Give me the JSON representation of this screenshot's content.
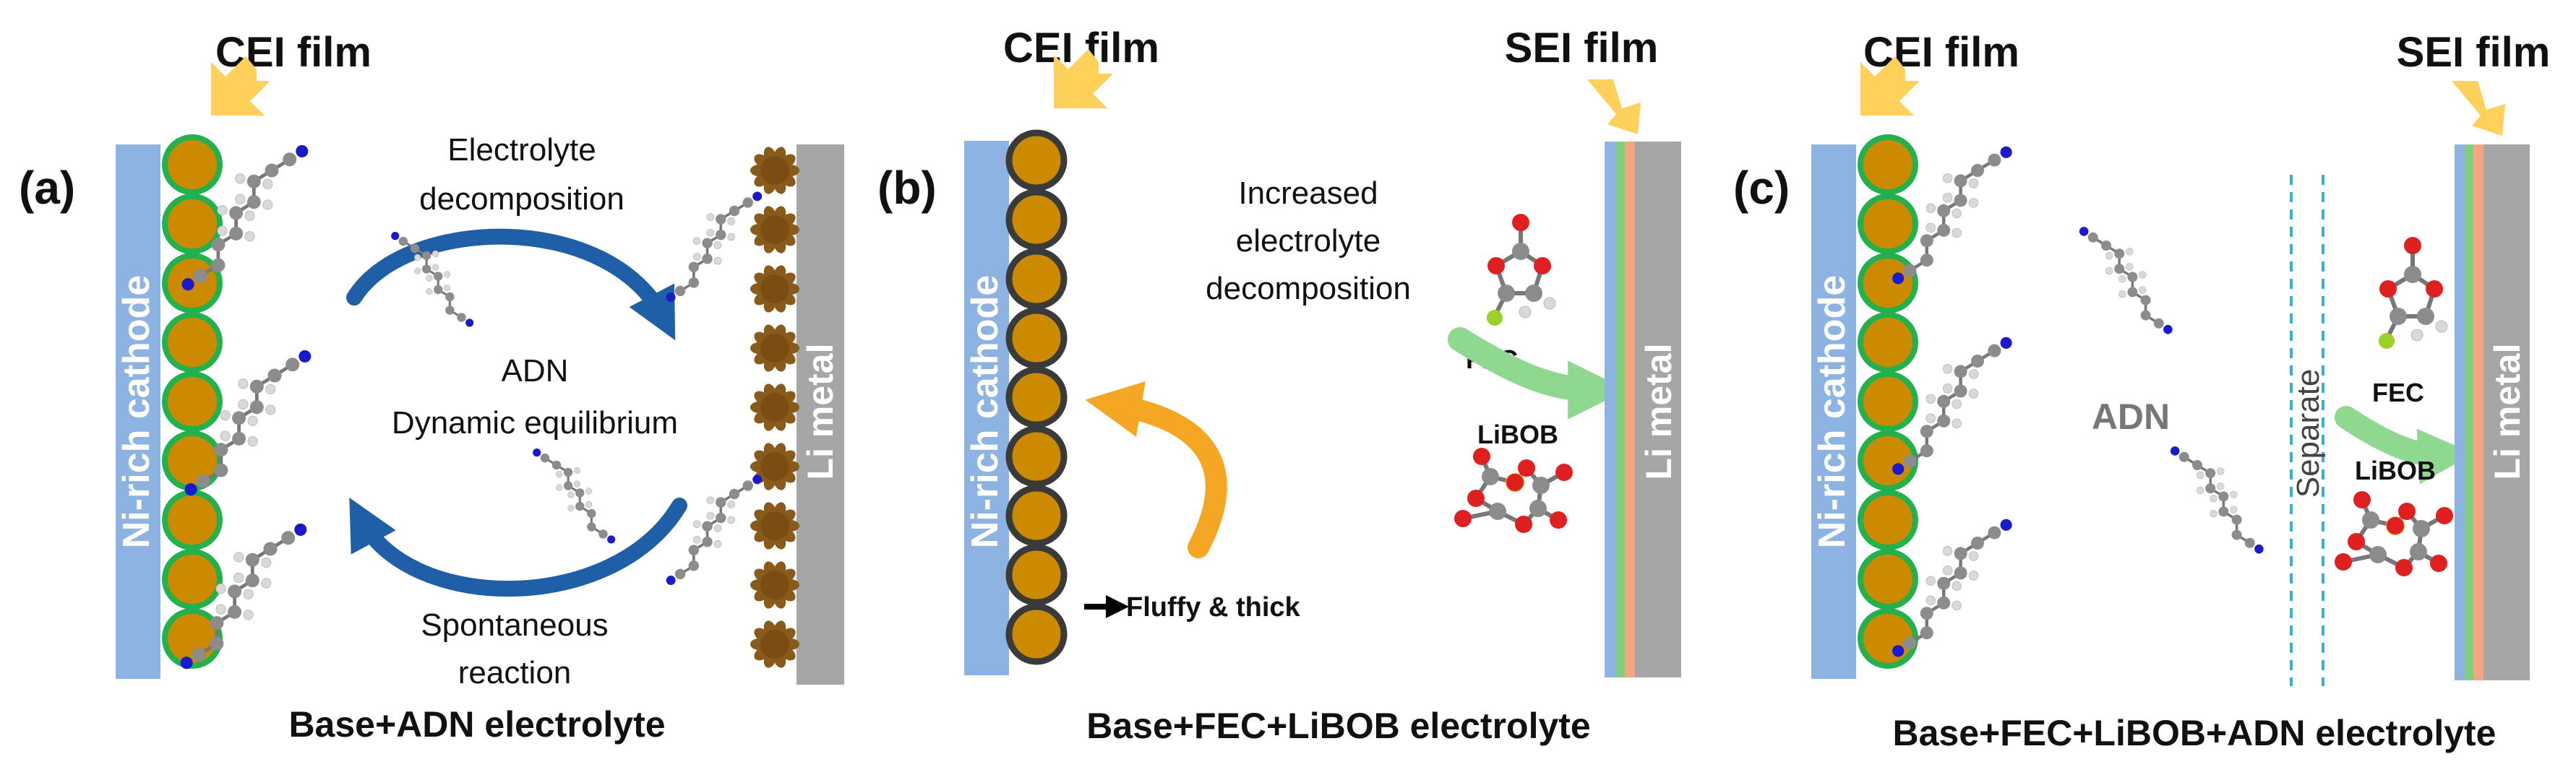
{
  "panels": [
    {
      "letter": "(a)",
      "cathode_label": "Ni-rich cathode",
      "anode_label": "Li metal",
      "cei_label": "CEI film",
      "process_top": [
        "Electrolyte",
        "decomposition"
      ],
      "center_text": [
        "ADN",
        "Dynamic equilibrium"
      ],
      "process_bottom": [
        "Spontaneous",
        "reaction"
      ],
      "caption": "Base+ADN electrolyte"
    },
    {
      "letter": "(b)",
      "cathode_label": "Ni-rich cathode",
      "anode_label": "Li metal",
      "cei_label": "CEI film",
      "sei_label": "SEI film",
      "decomp_text": [
        "Increased",
        "electrolyte",
        "decomposition"
      ],
      "thick_note": "Fluffy & thick",
      "additive_1": "FEC",
      "additive_2": "LiBOB",
      "caption": "Base+FEC+LiBOB electrolyte"
    },
    {
      "letter": "(c)",
      "cathode_label": "Ni-rich cathode",
      "anode_label": "Li metal",
      "cei_label": "CEI film",
      "sei_label": "SEI film",
      "adn_label": "ADN",
      "separator_label": "Separate",
      "additive_1": "FEC",
      "additive_2": "LiBOB",
      "caption": "Base+FEC+LiBOB+ADN electrolyte"
    }
  ],
  "colors": {
    "cathode": "#8db3e2",
    "particle": "#cc8a00",
    "particle_ring_green": "#22b14c",
    "particle_ring_dark": "#3a3a3a",
    "li_metal": "#a6a6a6",
    "sei_layers": [
      "#8db3e2",
      "#7fcf7f",
      "#f4a582"
    ],
    "indicator_arrow": "#ffd05a",
    "equilibrium_arrow": "#1f5fa8",
    "decomposition_arrow": "#f5a623",
    "transfer_arrow": "#8fd88f",
    "separator": "#3aaee0",
    "atom_carbon": "#8c8c8c",
    "atom_hydrogen": "#d9d9d9",
    "atom_nitrogen": "#1a1acc",
    "atom_oxygen": "#e02020",
    "atom_fluorine": "#9bd12a",
    "atom_boron": "#e0c020"
  }
}
